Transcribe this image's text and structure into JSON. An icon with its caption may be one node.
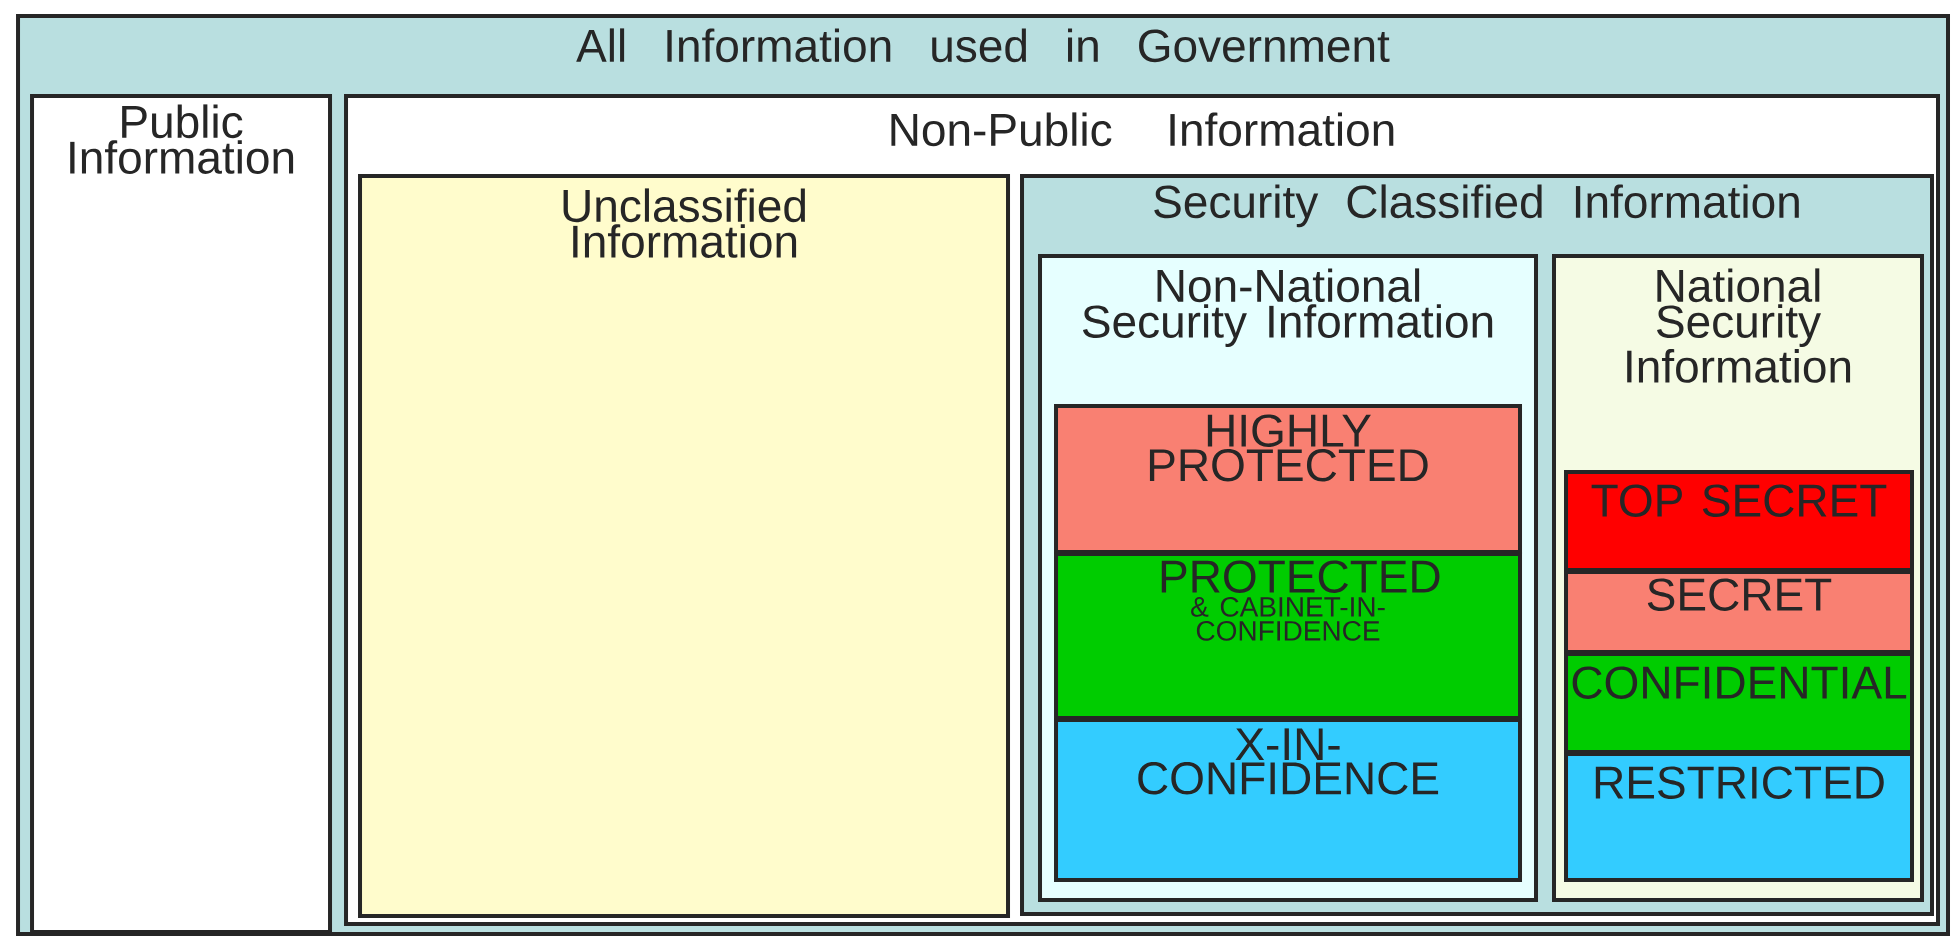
{
  "diagram": {
    "nodes": [
      {
        "text": [
          "All Information used in Government"
        ]
      },
      {
        "text": [
          "Public Information"
        ],
        "in": 0
      },
      {
        "text": [
          "Non-Public Information"
        ],
        "in": 0
      },
      {
        "text": [
          "Unclassified Information"
        ],
        "in": 2
      },
      {
        "text": [
          "Security Classified Information"
        ],
        "in": 2
      },
      {
        "text": [
          "Non-National Security Information"
        ],
        "in": 4
      },
      {
        "text": [
          "HIGHLY PROTECTED"
        ],
        "in": 5
      },
      {
        "text": [
          "PROTECTED",
          "& CABINET-IN-CONFIDENCE"
        ],
        "in": 5
      },
      {
        "text": [
          "X-IN-CONFIDENCE"
        ],
        "in": 5
      },
      {
        "text": [
          "National Security Information"
        ],
        "in": 4
      },
      {
        "text": [
          "TOP SECRET"
        ],
        "in": 9
      },
      {
        "text": [
          "SECRET"
        ],
        "in": 9
      },
      {
        "text": [
          "CONFIDENTIAL"
        ],
        "in": 9
      },
      {
        "text": [
          "RESTRICTED"
        ],
        "in": 9
      }
    ]
  }
}
